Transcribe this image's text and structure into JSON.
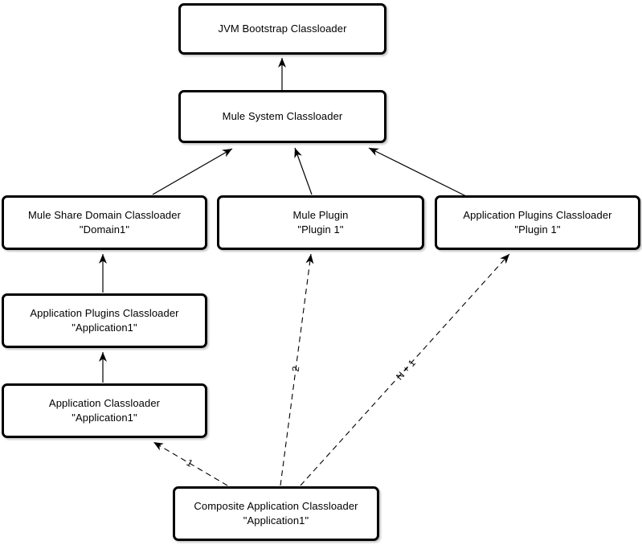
{
  "nodes": {
    "jvm_bootstrap": {
      "label": "JVM Bootstrap Classloader"
    },
    "mule_system": {
      "label": "Mule System Classloader"
    },
    "mule_share_domain": {
      "label": "Mule Share Domain Classloader",
      "instance": "\"Domain1\""
    },
    "mule_plugin": {
      "label": "Mule Plugin",
      "instance": "\"Plugin 1\""
    },
    "app_plugins_plugin1": {
      "label": "Application Plugins Classloader",
      "instance": "\"Plugin 1\""
    },
    "app_plugins_app1": {
      "label": "Application Plugins Classloader",
      "instance": "\"Application1\""
    },
    "app_classloader": {
      "label": "Application Classloader",
      "instance": "\"Application1\""
    },
    "composite_app": {
      "label": "Composite Application Classloader",
      "instance": "\"Application1\""
    }
  },
  "edge_labels": {
    "composite_to_app_classloader": "1",
    "composite_to_mule_plugin": "2",
    "composite_to_app_plugins": "N + 1"
  },
  "colors": {
    "line": "#000000",
    "box_border": "#000000",
    "box_fill": "#ffffff",
    "background": "#ffffff"
  }
}
